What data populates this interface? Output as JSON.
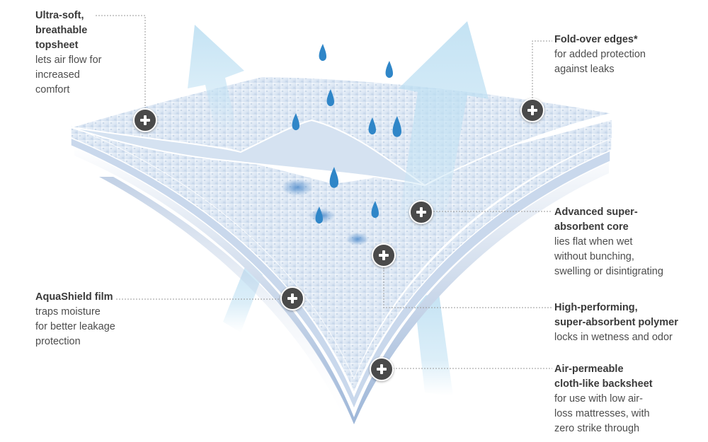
{
  "callouts": {
    "topsheet": {
      "title": "Ultra-soft,\nbreathable\ntopsheet",
      "desc": "lets air flow for\nincreased\ncomfort"
    },
    "fold_over": {
      "title": "Fold-over edges*",
      "desc": "for added protection\nagainst leaks"
    },
    "core": {
      "title": "Advanced super-\nabsorbent core",
      "desc": "lies flat when wet\nwithout bunching,\nswelling or disintigrating"
    },
    "polymer": {
      "title": "High-performing,\nsuper-absorbent polymer",
      "desc": "locks in wetness and odor"
    },
    "aquashield": {
      "title": "AquaShield film",
      "desc": "traps moisture\nfor better leakage\nprotection"
    },
    "backsheet": {
      "title": "Air-permeable\ncloth-like backsheet",
      "desc": "for use with low air-\nloss mattresses, with\nzero strike through"
    }
  },
  "colors": {
    "text": "#4d4d4d",
    "hotspot": "#4a4a4a",
    "sheet": "#e8f0f8",
    "sheet_shadow": "#a9bfdc",
    "air_arrow": "#bfe0f2",
    "droplet": "#2f86c8",
    "leader_line": "#9a9a9a"
  },
  "icons": [
    "plus-hotspot-icon",
    "water-droplet-icon",
    "air-flow-arrow-icon"
  ]
}
